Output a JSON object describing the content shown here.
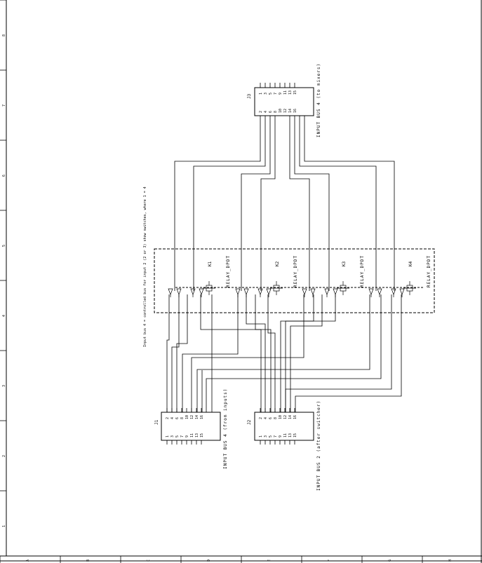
{
  "frame": {
    "row_labels": [
      "8",
      "7",
      "6",
      "5",
      "4",
      "3",
      "2",
      "1"
    ],
    "col_labels": [
      "A",
      "B",
      "C",
      "D",
      "E",
      "F",
      "G",
      "H"
    ]
  },
  "note": "Input bus 4 = controlled bus for input 2 (2 or 3) show switches, where 1 = 4",
  "connectors": {
    "j3": {
      "ref": "J3",
      "title": "INPUT BUS 4 (to mixers)",
      "pins_top": [
        "1",
        "3",
        "5",
        "7",
        "9",
        "11",
        "13",
        "15"
      ],
      "pins_bottom": [
        "2",
        "4",
        "6",
        "8",
        "10",
        "12",
        "14",
        "16"
      ]
    },
    "j1": {
      "ref": "J1",
      "title": "INPUT BUS 4 (from inputs)",
      "pins_top": [
        "2",
        "4",
        "6",
        "8",
        "10",
        "12",
        "14",
        "16"
      ],
      "pins_bottom": [
        "1",
        "3",
        "5",
        "7",
        "9",
        "11",
        "13",
        "15"
      ]
    },
    "j2": {
      "ref": "J2",
      "title": "INPUT BUS 2 (after switcher)",
      "pins_top": [
        "2",
        "4",
        "6",
        "8",
        "10",
        "12",
        "14",
        "16"
      ],
      "pins_bottom": [
        "1",
        "3",
        "5",
        "7",
        "9",
        "11",
        "13",
        "15"
      ]
    }
  },
  "relays": [
    {
      "ref": "K1",
      "part": "RELAY_DPDT"
    },
    {
      "ref": "K2",
      "part": "RELAY_DPDT"
    },
    {
      "ref": "K3",
      "part": "RELAY_DPDT"
    },
    {
      "ref": "K4",
      "part": "RELAY_DPDT"
    }
  ]
}
